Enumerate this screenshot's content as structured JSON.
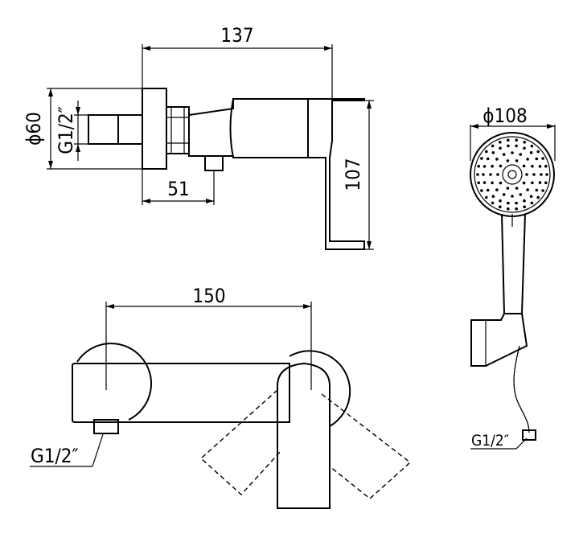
{
  "side_view": {
    "width_dim": "137",
    "height_dim": "107",
    "depth_dim": "51",
    "flange_dim": "ϕ60",
    "thread_label": "G1/2″"
  },
  "hand_shower": {
    "diameter_dim": "ϕ108",
    "thread_label": "G1/2″"
  },
  "front_view": {
    "center_dim": "150",
    "thread_label": "G1/2″"
  }
}
